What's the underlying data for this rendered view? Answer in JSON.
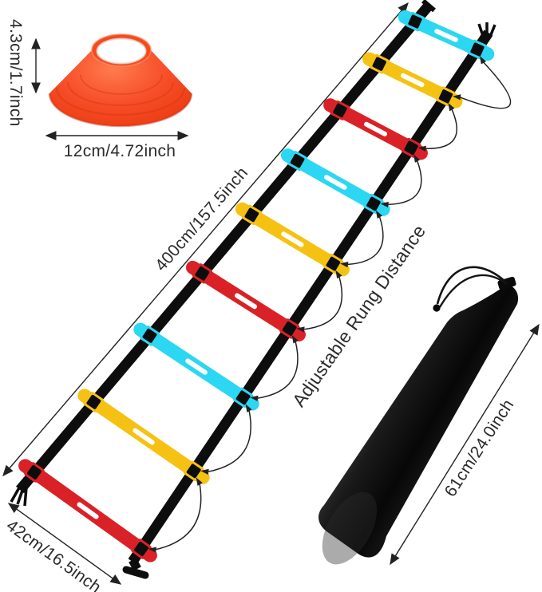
{
  "page": {
    "background": "#ffffff"
  },
  "cone": {
    "height_label": "4.3cm/1.7inch",
    "diameter_label": "12cm/4.72inch"
  },
  "ladder": {
    "length_label": "400cm/157.5inch",
    "width_label": "42cm/16.5inch",
    "annotation": "Adjustable Rung Distance",
    "rung_count": 9,
    "rung_color_pattern": [
      "cyan",
      "yellow",
      "red"
    ]
  },
  "bag": {
    "length_label": "61cm/24.0inch"
  },
  "colors": {
    "cone": "#f8502a",
    "rungs": [
      "#2bd7f2",
      "#f5c214",
      "#da2127"
    ],
    "rail": "#0d0d0d",
    "bag": "#111111",
    "text": "#2b2b2b",
    "line": "#222222",
    "slot": "#ffffff"
  }
}
